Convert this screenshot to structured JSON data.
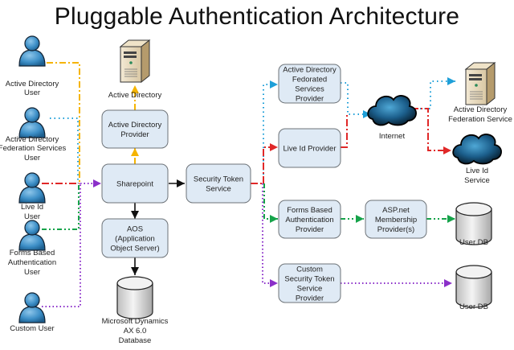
{
  "title": "Pluggable Authentication Architecture",
  "colors": {
    "box_fill": "#dfeaf5",
    "box_stroke": "#6d7378",
    "active_directory_flow": "#f5b400",
    "federation_flow": "#1e9fd8",
    "live_id_flow": "#e02828",
    "forms_flow": "#16a34a",
    "custom_flow": "#8b2fc9",
    "internal_flow": "#111111",
    "user_icon": "#3d8fc7"
  },
  "users": [
    {
      "id": "ad-user",
      "lines": [
        "Active Directory",
        "User"
      ],
      "flow": "active_directory_flow"
    },
    {
      "id": "adfs-user",
      "lines": [
        "Active Directory",
        "Federation Services",
        "User"
      ],
      "flow": "federation_flow"
    },
    {
      "id": "liveid-user",
      "lines": [
        "Live Id",
        "User"
      ],
      "flow": "live_id_flow"
    },
    {
      "id": "forms-user",
      "lines": [
        "Forms Based",
        "Authentication",
        "User"
      ],
      "flow": "forms_flow"
    },
    {
      "id": "custom-user",
      "lines": [
        "Custom User"
      ],
      "flow": "custom_flow"
    }
  ],
  "boxes": {
    "ad_provider": [
      "Active Directory",
      "Provider"
    ],
    "sharepoint": [
      "Sharepoint"
    ],
    "aos": [
      "AOS",
      "(Application",
      "Object Server)"
    ],
    "sts": [
      "Security Token",
      "Service"
    ],
    "adfs_provider": [
      "Active Directory",
      "Fedorated",
      "Services",
      "Provider"
    ],
    "liveid_provider": [
      "Live Id Provider"
    ],
    "forms_provider": [
      "Forms Based",
      "Authentication",
      "Provider"
    ],
    "aspnet_provider": [
      "ASP.net",
      "Membership",
      "Provider(s)"
    ],
    "custom_sts_provider": [
      "Custom",
      "Security Token",
      "Service",
      "Provider"
    ]
  },
  "resources": {
    "active_directory": [
      "Active Directory"
    ],
    "ax_database": [
      "Microsoft Dynamics",
      "AX 6.0",
      "Database"
    ],
    "internet": [
      "Internet"
    ],
    "adfs_service": [
      "Active Directory",
      "Federation Service"
    ],
    "liveid_service": [
      "Live Id",
      "Service"
    ],
    "user_db_forms": [
      "User DB"
    ],
    "user_db_custom": [
      "User DB"
    ]
  }
}
